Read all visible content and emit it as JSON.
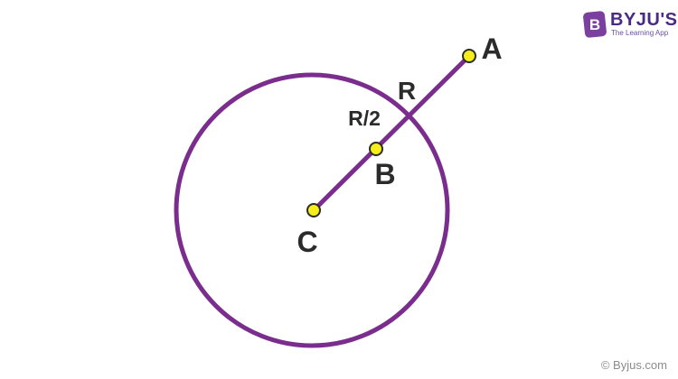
{
  "diagram": {
    "points": {
      "C": "C",
      "B": "B",
      "A": "A"
    },
    "labels": {
      "radius": "R",
      "half_radius": "R/2"
    }
  },
  "branding": {
    "logo_letter": "B",
    "logo_name": "BYJU'S",
    "tagline": "The Learning App",
    "copyright": "© Byjus.com"
  },
  "colors": {
    "circle": "#7b2d8e",
    "segment": "#7b2d8e",
    "point_fill": "#f5ee1a",
    "point_stroke": "#2b2b2b",
    "label": "#2b2b2b",
    "brand": "#7b3fa0"
  }
}
